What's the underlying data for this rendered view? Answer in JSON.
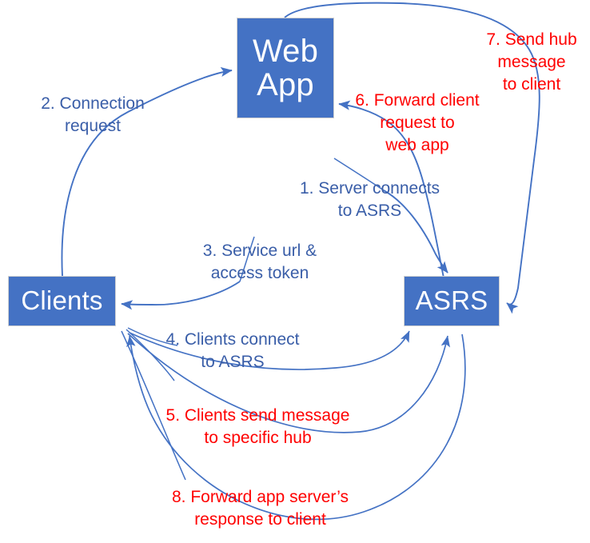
{
  "diagram": {
    "title": "Azure SignalR Service (ASRS) connection and message flow",
    "colors": {
      "node_fill": "#4472C4",
      "node_text": "#FFFFFF",
      "arrow_stroke": "#4472C4",
      "label_blue": "#3A5EA8",
      "label_red": "#FF0000",
      "background": "#FFFFFF"
    },
    "nodes": [
      {
        "id": "webapp",
        "label": "Web\nApp"
      },
      {
        "id": "clients",
        "label": "Clients"
      },
      {
        "id": "asrs",
        "label": "ASRS"
      }
    ],
    "steps": [
      {
        "number": "1",
        "text": "1. Server connects\nto ASRS",
        "color": "blue",
        "from": "webapp",
        "to": "asrs"
      },
      {
        "number": "2",
        "text": "2. Connection\nrequest",
        "color": "blue",
        "from": "clients",
        "to": "webapp"
      },
      {
        "number": "3",
        "text": "3. Service url &\naccess token",
        "color": "blue",
        "from": "webapp",
        "to": "clients"
      },
      {
        "number": "4",
        "text": "4. Clients connect\nto ASRS",
        "color": "blue",
        "from": "clients",
        "to": "asrs"
      },
      {
        "number": "5",
        "text": "5. Clients send message\nto specific hub",
        "color": "red",
        "from": "clients",
        "to": "asrs"
      },
      {
        "number": "6",
        "text": "6. Forward client\nrequest to\nweb app",
        "color": "red",
        "from": "asrs",
        "to": "webapp"
      },
      {
        "number": "7",
        "text": "7. Send hub\nmessage\nto client",
        "color": "red",
        "from": "webapp",
        "to": "asrs"
      },
      {
        "number": "8",
        "text": "8. Forward app server’s\nresponse to client",
        "color": "red",
        "from": "asrs",
        "to": "clients"
      }
    ]
  }
}
